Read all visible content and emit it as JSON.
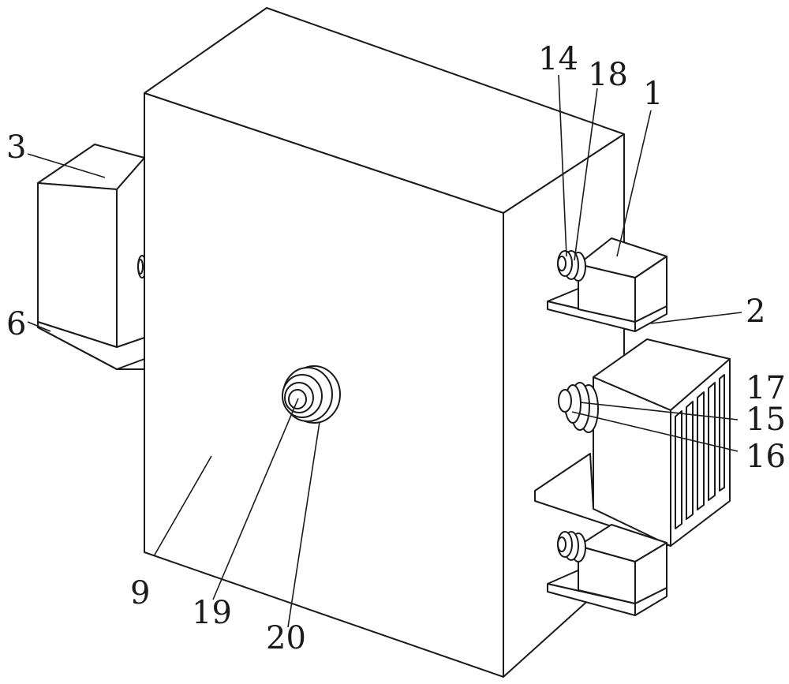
{
  "callouts": {
    "c1": "1",
    "c2": "2",
    "c3": "3",
    "c6": "6",
    "c9": "9",
    "c14": "14",
    "c15": "15",
    "c16": "16",
    "c17": "17",
    "c18": "18",
    "c19": "19",
    "c20": "20"
  }
}
